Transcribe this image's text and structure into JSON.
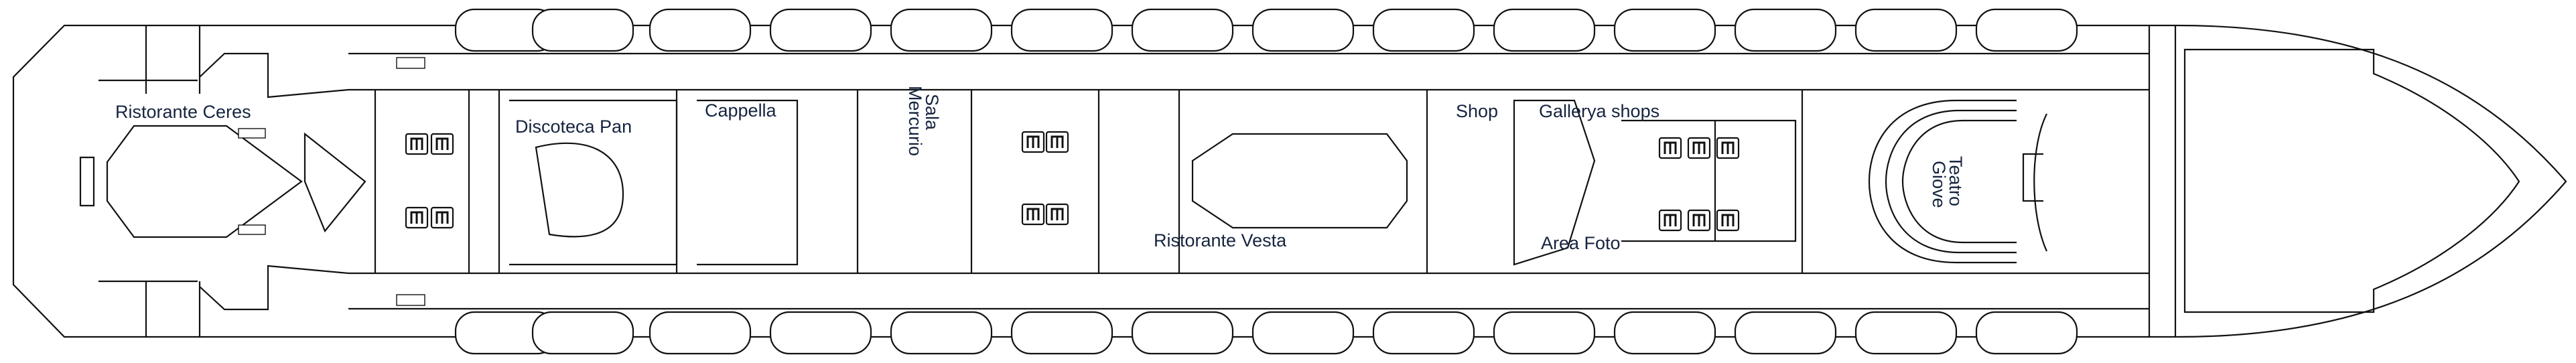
{
  "deck_plan": {
    "labels": {
      "ristorante_ceres": "Ristorante Ceres",
      "discoteca_pan": "Discoteca Pan",
      "cappella": "Cappella",
      "sala": "Sala",
      "mercurio": "Mercurio",
      "ristorante_vesta": "Ristorante Vesta",
      "shop": "Shop",
      "gallerya_shops": "Gallerya shops",
      "area_foto": "Area Foto",
      "teatro": "Teatro",
      "giove": "Giove"
    },
    "icons": {
      "elevator": "elevator-icon",
      "stairs": "stairs-icon",
      "lifeboat": "lifeboat-icon"
    },
    "colors": {
      "lines": "#111111",
      "label_text": "#16243f",
      "background": "#ffffff"
    }
  }
}
